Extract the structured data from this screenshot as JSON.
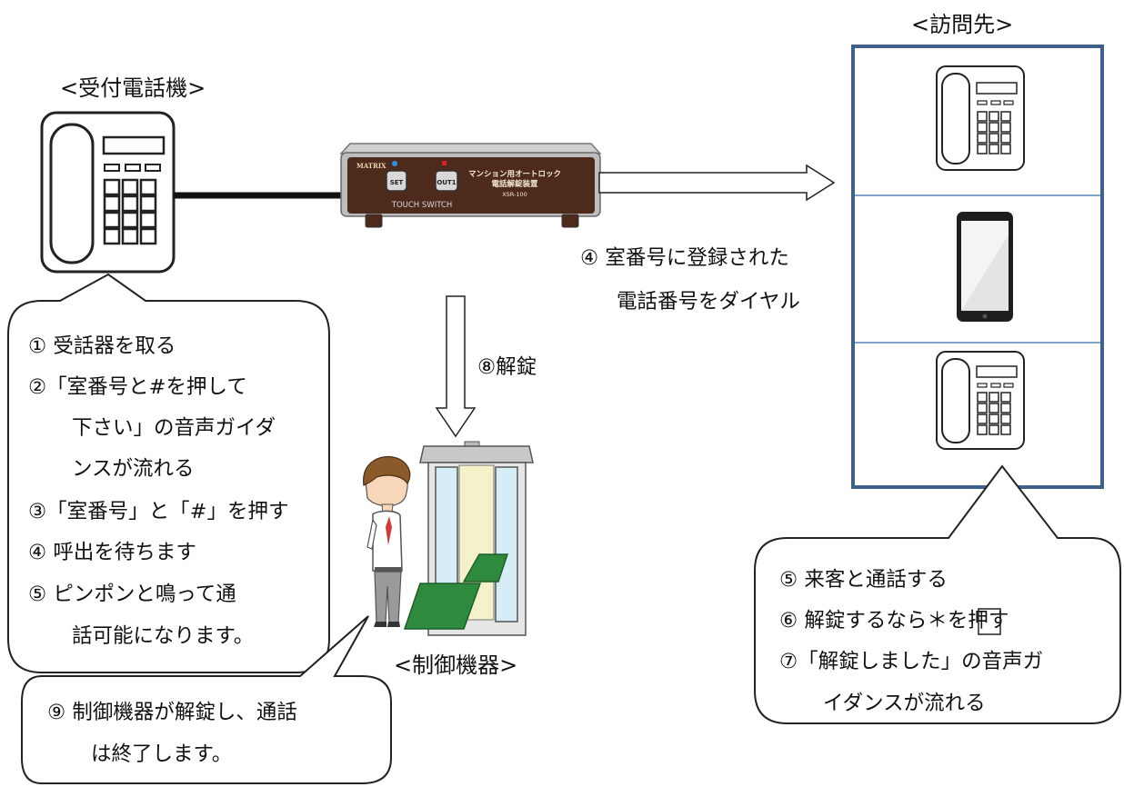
{
  "labels": {
    "reception_phone": "<受付電話機>",
    "destination": "<訪問先>",
    "control_device": "<制御機器>"
  },
  "device": {
    "brand": "MATRIX",
    "set_button": "SET",
    "out_button": "OUT1",
    "name_line1": "マンション用オートロック",
    "name_line2": "電話解錠装置",
    "model": "XSR-100",
    "footer": "TOUCH SWITCH"
  },
  "arrows": {
    "dial_line1": "④  室番号に登録された",
    "dial_line2": "電話番号をダイヤル",
    "unlock": "⑧解錠"
  },
  "left_bubble": {
    "lines": [
      "① 受話器を取る",
      "②「室番号と#を押して",
      "下さい」の音声ガイダ",
      "ンスが流れる",
      "③「室番号」と「#」を押す",
      "④   呼出を待ちます",
      "⑤   ピンポンと鳴って通",
      "話可能になります。"
    ]
  },
  "right_bubble": {
    "line1": "⑤   来客と通話する",
    "line2_prefix": "⑥   解錠するなら",
    "line2_key": "＊",
    "line2_suffix": "を押す",
    "line3": "⑦「解錠しました」の音声ガ",
    "line4": "イダンスが流れる"
  },
  "bottom_bubble": {
    "line1": "⑨   制御機器が解錠し、通話",
    "line2": "は終了します。"
  },
  "colors": {
    "device_body": "#4e2a1c",
    "destination_frame": "#3f5f8c",
    "divider": "#6f93c2",
    "door_glass": "#d6ecf6",
    "door_center": "#f4f2c8",
    "mat": "#2e8b3e"
  }
}
